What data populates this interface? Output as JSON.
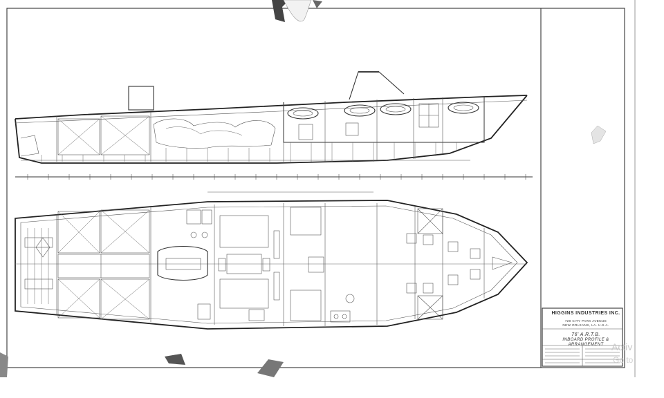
{
  "title_block": {
    "company": "HIGGINS INDUSTRIES INC.",
    "address_line1": "720 CITY PARK AVENUE",
    "address_line2": "NEW ORLEANS, LA. U.S.A.",
    "drawing_title": "76' A.R.T.B.",
    "drawing_subtitle1": "INBOARD PROFILE &",
    "drawing_subtitle2": "ARRANGEMENT"
  },
  "watermark": {
    "line1": "Activ",
    "line2": "Go to"
  }
}
